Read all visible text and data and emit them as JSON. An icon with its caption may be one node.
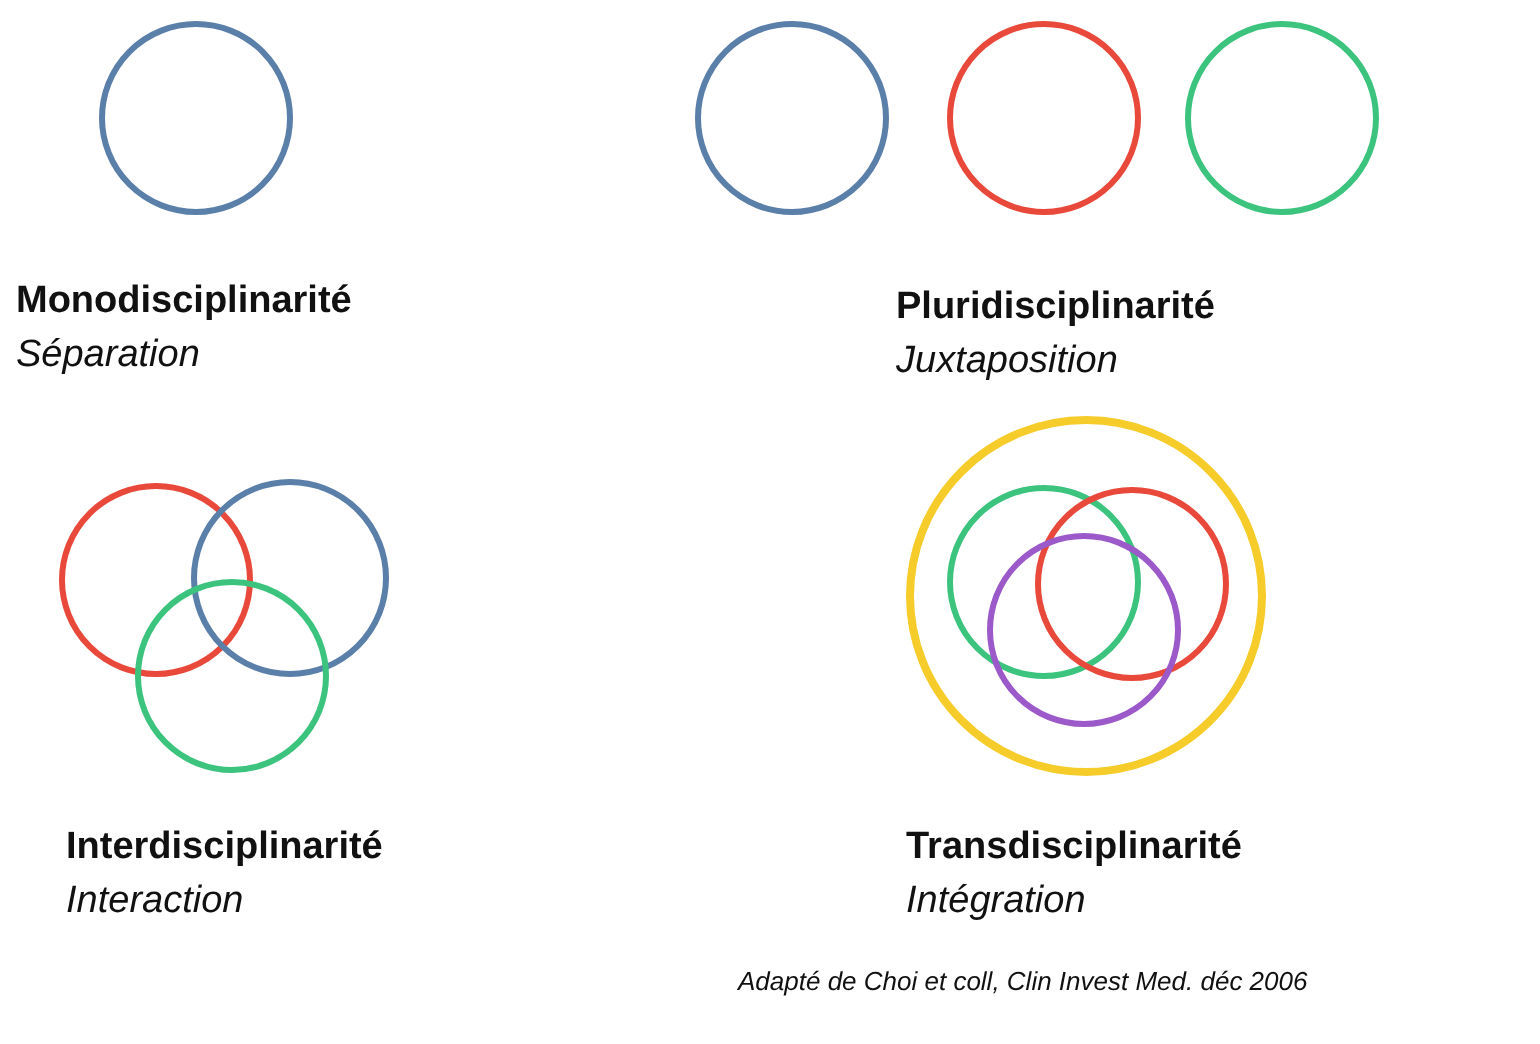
{
  "diagram": {
    "caption": "Adapté de Choi et coll, Clin Invest Med. déc 2006",
    "labels": [
      "Monodisciplinarité",
      "Séparation",
      "Pluridisciplinarité",
      "Juxtaposition",
      "Interdisciplinarité",
      "Interaction",
      "Transdisciplinarité",
      "Intégration"
    ]
  }
}
